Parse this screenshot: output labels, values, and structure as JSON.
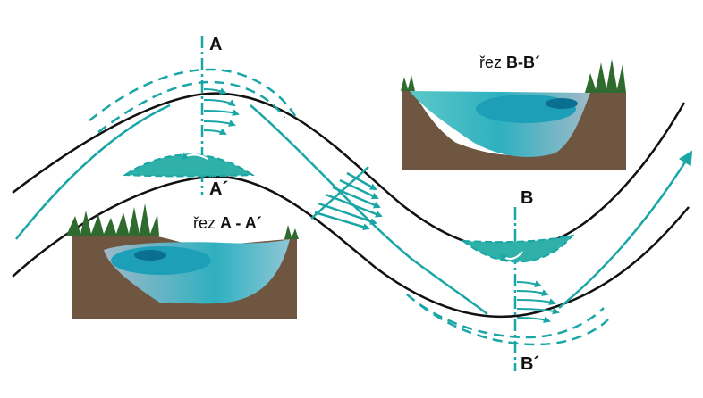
{
  "labels": {
    "a_top": "A",
    "a_bottom": "A´",
    "b_top": "B",
    "b_bottom": "B´"
  },
  "sections": {
    "aa": {
      "prefix": "řez",
      "name": "A - A´"
    },
    "bb": {
      "prefix": "řez",
      "name": "B-B´"
    }
  },
  "colors": {
    "water": "#1aa6a6",
    "bank_line": "#111111",
    "soil": "#6e5640",
    "grass": "#2f6b2f",
    "water_light": "#5cc8c8",
    "water_mid": "#1aa8b8",
    "water_deep": "#0a7f98"
  }
}
